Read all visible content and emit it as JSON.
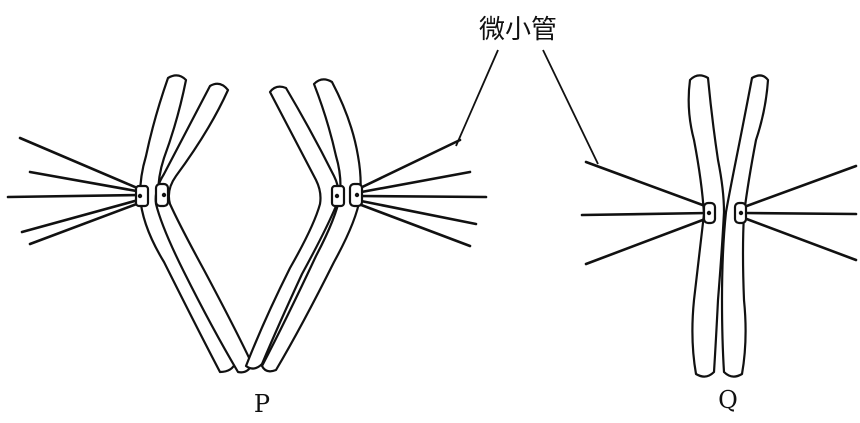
{
  "labels": {
    "microtubule": "微小管",
    "panel_p": "P",
    "panel_q": "Q"
  }
}
